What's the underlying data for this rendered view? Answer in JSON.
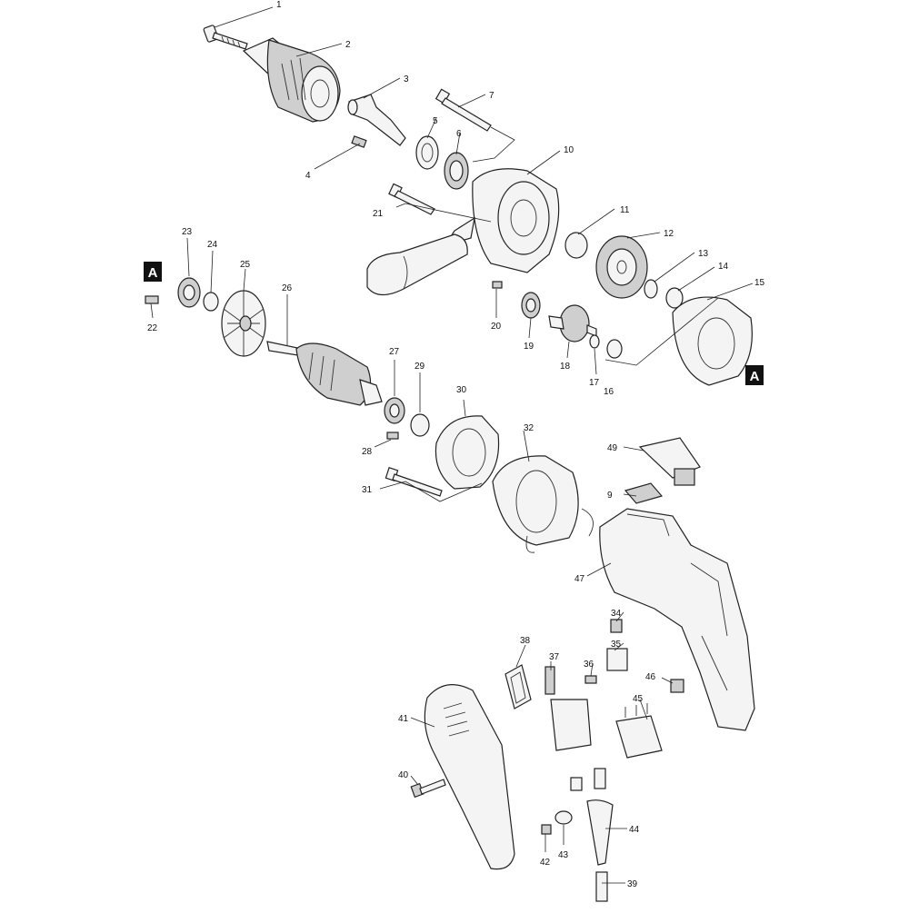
{
  "diagram": {
    "part_labels": [
      "1",
      "2",
      "3",
      "4",
      "5",
      "6",
      "7",
      "9",
      "10",
      "11",
      "12",
      "13",
      "14",
      "15",
      "16",
      "17",
      "18",
      "19",
      "20",
      "21",
      "22",
      "23",
      "24",
      "25",
      "26",
      "27",
      "28",
      "29",
      "30",
      "31",
      "32",
      "34",
      "35",
      "36",
      "37",
      "38",
      "39",
      "40",
      "41",
      "42",
      "43",
      "44",
      "45",
      "46",
      "47",
      "49"
    ],
    "reference_marker": "A"
  }
}
